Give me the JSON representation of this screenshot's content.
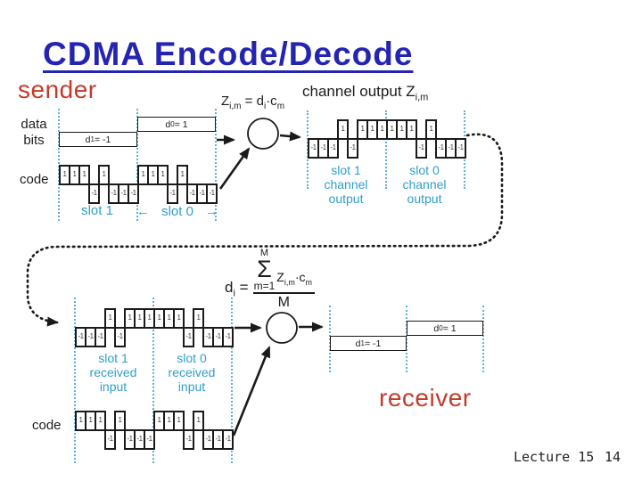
{
  "title": "CDMA Encode/Decode",
  "footer": {
    "lecture": "Lecture 15",
    "page": "14"
  },
  "colors": {
    "title_blue": "#2424b2",
    "label_red": "#c43b2b",
    "caption_teal": "#2f9fc9",
    "slot_line_blue": "#5fb0da",
    "ink": "#1a1a1a"
  },
  "sender": {
    "label": "sender",
    "data_bits_label": {
      "l1": "data",
      "l2": "bits"
    },
    "code_label": "code",
    "d1_box": {
      "sym": "d",
      "sub": "1",
      "eq": " = -1"
    },
    "d0_box": {
      "sym": "d",
      "sub": "0",
      "eq": " = 1"
    },
    "code_chips": [
      1,
      1,
      1,
      -1,
      1,
      -1,
      -1,
      -1,
      1,
      1,
      1,
      -1,
      1,
      -1,
      -1,
      -1
    ],
    "slot1_label": "slot 1",
    "slot0_label": "slot 0",
    "arrow_left": "←",
    "arrow_right": "→"
  },
  "encode_formula": {
    "z": "Z",
    "z_sub": "i,m",
    "eq": " = d",
    "d_sub": "i",
    "dotc": "·c",
    "c_sub": "m"
  },
  "channel": {
    "heading": "channel output Z",
    "heading_sub": "i,m",
    "output_chips": [
      -1,
      -1,
      -1,
      1,
      -1,
      1,
      1,
      1,
      1,
      1,
      1,
      -1,
      1,
      -1,
      -1,
      -1
    ],
    "slot1_caption": {
      "l1": "slot 1",
      "l2": "channel",
      "l3": "output"
    },
    "slot0_caption": {
      "l1": "slot 0",
      "l2": "channel",
      "l3": "output"
    }
  },
  "decode_formula": {
    "d": "d",
    "d_sub": "i",
    "eq": " =",
    "sum_top": "M",
    "sum": "Σ",
    "sum_bot": "m=1",
    "z": "Z",
    "z_sub": "i,m",
    "dotc": "·c",
    "c_sub": "m",
    "den": "M"
  },
  "receiver": {
    "label": "receiver",
    "received_chips": [
      -1,
      -1,
      -1,
      1,
      -1,
      1,
      1,
      1,
      1,
      1,
      1,
      -1,
      1,
      -1,
      -1,
      -1
    ],
    "slot1_caption": {
      "l1": "slot 1",
      "l2": "received",
      "l3": "input"
    },
    "slot0_caption": {
      "l1": "slot 0",
      "l2": "received",
      "l3": "input"
    },
    "code_label": "code",
    "code_chips": [
      1,
      1,
      1,
      -1,
      1,
      -1,
      -1,
      -1,
      1,
      1,
      1,
      -1,
      1,
      -1,
      -1,
      -1
    ],
    "d1_box": {
      "sym": "d",
      "sub": "1",
      "eq": " = -1"
    },
    "d0_box": {
      "sym": "d",
      "sub": "0",
      "eq": " = 1"
    }
  }
}
